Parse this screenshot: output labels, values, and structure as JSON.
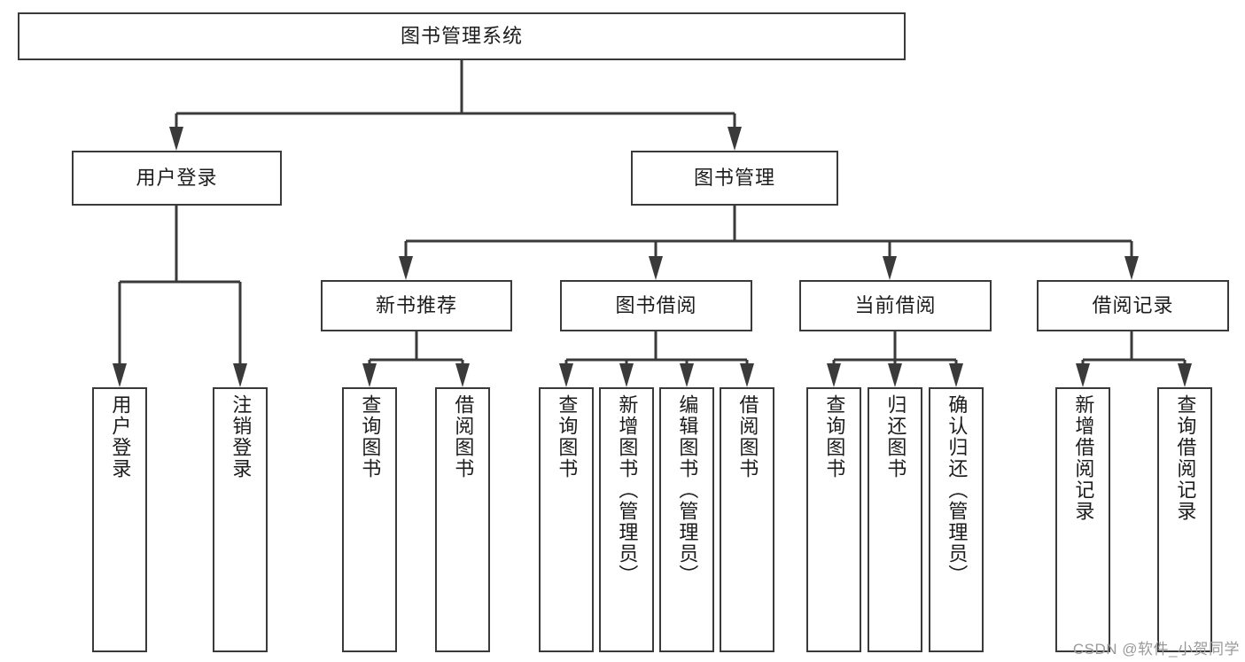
{
  "diagram": {
    "type": "tree-hierarchy-chart",
    "title": "图书管理系统",
    "watermark": "CSDN @软件_小贺同学",
    "colors": {
      "stroke": "#3a3a3a",
      "fill": "#ffffff",
      "text": "#1c1c1c",
      "watermark": "#9a9a9a"
    },
    "root": {
      "label": "图书管理系统"
    },
    "level2": [
      {
        "label": "用户登录"
      },
      {
        "label": "图书管理"
      }
    ],
    "level3": [
      {
        "label": "新书推荐"
      },
      {
        "label": "图书借阅"
      },
      {
        "label": "当前借阅"
      },
      {
        "label": "借阅记录"
      }
    ],
    "leaves": {
      "user_login": [
        {
          "label": "用户登录"
        },
        {
          "label": "注销登录"
        }
      ],
      "new_book_recommend": [
        {
          "label": "查询图书"
        },
        {
          "label": "借阅图书"
        }
      ],
      "book_borrow": [
        {
          "label": "查询图书"
        },
        {
          "label": "新增图书（管理员）"
        },
        {
          "label": "编辑图书（管理员）"
        },
        {
          "label": "借阅图书"
        }
      ],
      "current_borrow": [
        {
          "label": "查询图书"
        },
        {
          "label": "归还图书"
        },
        {
          "label": "确认归还（管理员）"
        }
      ],
      "borrow_record": [
        {
          "label": "新增借阅记录"
        },
        {
          "label": "查询借阅记录"
        }
      ]
    }
  }
}
